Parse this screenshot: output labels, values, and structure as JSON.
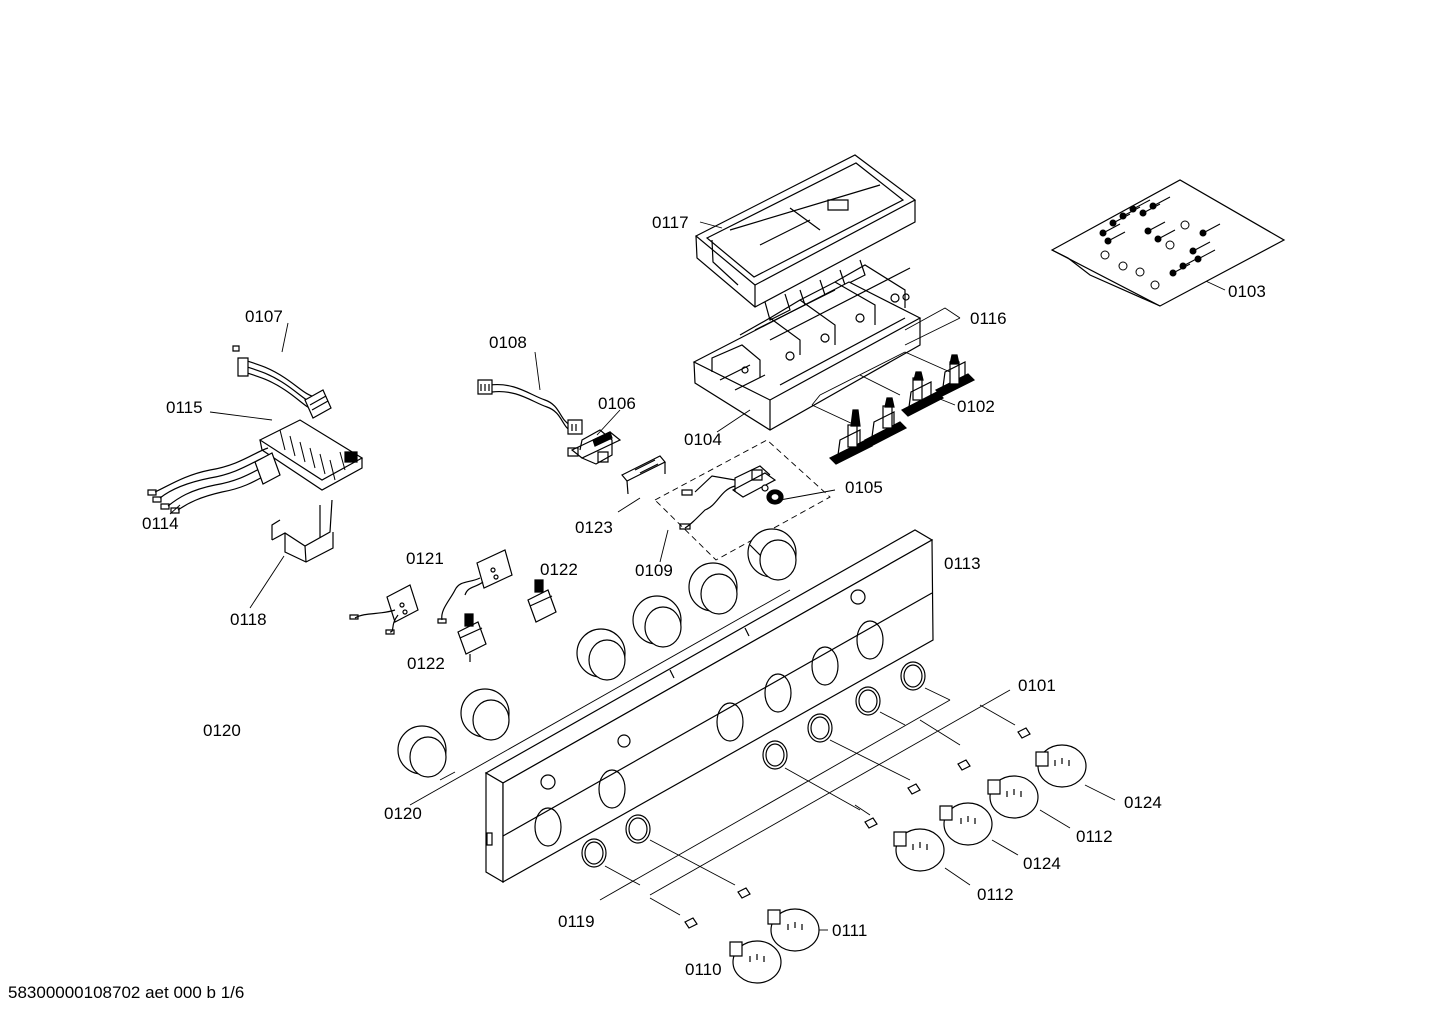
{
  "diagram": {
    "footer": "58300000108702 aet 000 b 1/6",
    "labels": {
      "l0117": "0117",
      "l0103": "0103",
      "l0116": "0116",
      "l0107": "0107",
      "l0108": "0108",
      "l0106": "0106",
      "l0115": "0115",
      "l0104": "0104",
      "l0102": "0102",
      "l0105": "0105",
      "l0114": "0114",
      "l0123": "0123",
      "l0121": "0121",
      "l0122a": "0122",
      "l0109": "0109",
      "l0113": "0113",
      "l0118": "0118",
      "l0122b": "0122",
      "l0101": "0101",
      "l0120a": "0120",
      "l0120b": "0120",
      "l0124a": "0124",
      "l0112a": "0112",
      "l0124b": "0124",
      "l0112b": "0112",
      "l0119": "0119",
      "l0111": "0111",
      "l0110": "0110"
    }
  }
}
